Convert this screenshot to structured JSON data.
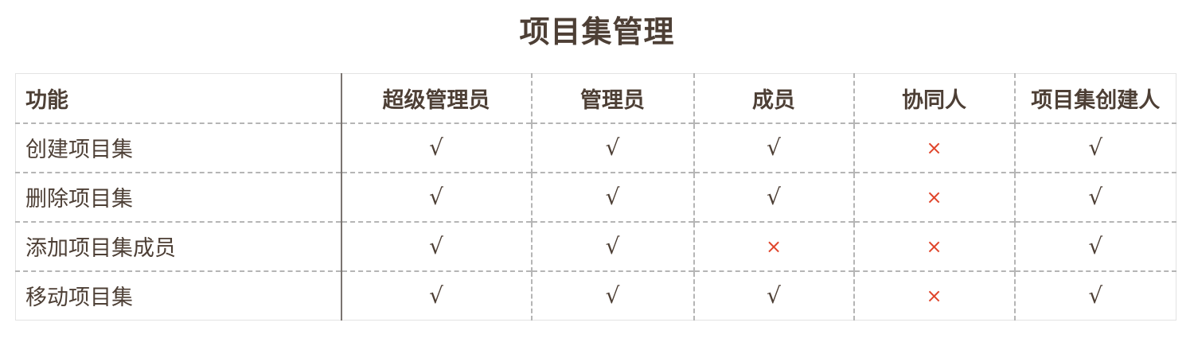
{
  "title": "项目集管理",
  "table": {
    "headers": [
      "功能",
      "超级管理员",
      "管理员",
      "成员",
      "协同人",
      "项目集创建人"
    ],
    "rows": [
      {
        "feature": "创建项目集",
        "values": [
          "√",
          "√",
          "√",
          "×",
          "√"
        ]
      },
      {
        "feature": "删除项目集",
        "values": [
          "√",
          "√",
          "√",
          "×",
          "√"
        ]
      },
      {
        "feature": "添加项目集成员",
        "values": [
          "√",
          "√",
          "×",
          "×",
          "√"
        ]
      },
      {
        "feature": "移动项目集",
        "values": [
          "√",
          "√",
          "√",
          "×",
          "√"
        ]
      }
    ]
  },
  "colors": {
    "text": "#4d3f35",
    "deny": "#e0452b"
  }
}
